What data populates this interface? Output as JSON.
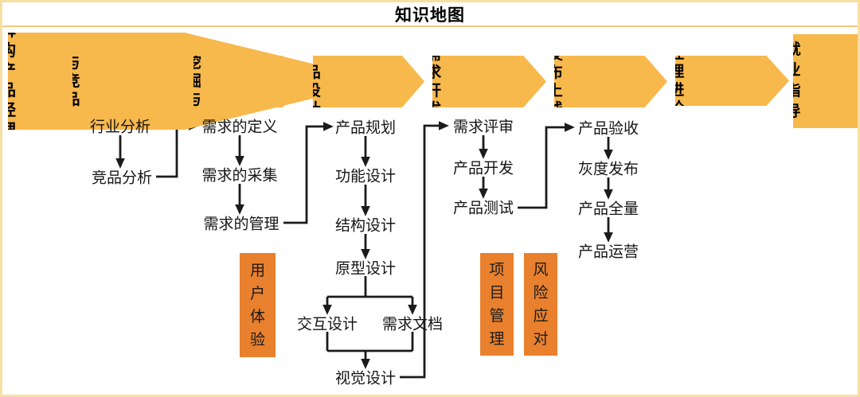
{
  "title": "知识地图",
  "colors": {
    "banner": "#F7B84C",
    "box": "#E9802E",
    "page_border": "#F7DFA3",
    "divider": "#F4C87D",
    "line": "#1B1B1B",
    "ink": "#111111"
  },
  "banners": {
    "start": "解构\n产品\n经理",
    "market": "市场与竞品\n分析",
    "mining": "需求挖掘与\n分析",
    "design": "产品设计",
    "dev": "需求开发",
    "launch": "发布上线",
    "advance": "产品经理进\n阶之路",
    "career": "就\n业\n指\n导"
  },
  "nodes": {
    "industry_analysis": "行业分析",
    "competitor_analysis": "竞品分析",
    "req_definition": "需求的定义",
    "req_collection": "需求的采集",
    "req_management": "需求的管理",
    "product_planning": "产品规划",
    "function_design": "功能设计",
    "structure_design": "结构设计",
    "prototype_design": "原型设计",
    "interaction_design": "交互设计",
    "req_document": "需求文档",
    "visual_design": "视觉设计",
    "req_review": "需求评审",
    "product_dev": "产品开发",
    "product_test": "产品测试",
    "product_acceptance": "产品验收",
    "gray_release": "灰度发布",
    "full_release": "产品全量",
    "product_operation": "产品运营"
  },
  "side_boxes": {
    "user_experience": "用\n户\n体\n验",
    "project_management": "项\n目\n管\n理",
    "risk_response": "风\n险\n应\n对"
  }
}
